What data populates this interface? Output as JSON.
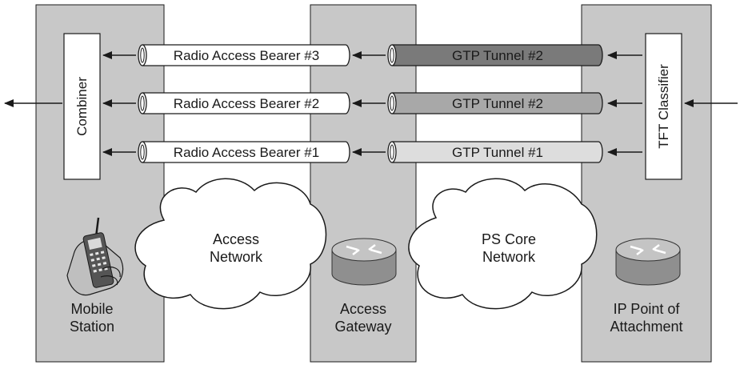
{
  "diagram": {
    "columns": {
      "mobile_station": "Mobile\nStation",
      "access_gateway": "Access\nGateway",
      "ip_point_of_attachment": "IP Point of\nAttachment"
    },
    "clouds": {
      "access_network": "Access\nNetwork",
      "ps_core_network": "PS Core\nNetwork"
    },
    "boxes": {
      "combiner": "Combiner",
      "tft_classifier": "TFT Classifier"
    },
    "bearers": [
      {
        "label": "Radio Access Bearer #3"
      },
      {
        "label": "Radio Access Bearer #2"
      },
      {
        "label": "Radio Access Bearer #1"
      }
    ],
    "tunnels": [
      {
        "label": "GTP Tunnel #2",
        "fill": "#7a7a7a"
      },
      {
        "label": "GTP Tunnel #2",
        "fill": "#a8a8a8"
      },
      {
        "label": "GTP Tunnel #1",
        "fill": "#dddddd"
      }
    ],
    "colors": {
      "column": "#c8c8c8",
      "outline": "#1a1a1a",
      "pipe_light": "#ffffff",
      "router": "#b4b4b4"
    }
  }
}
